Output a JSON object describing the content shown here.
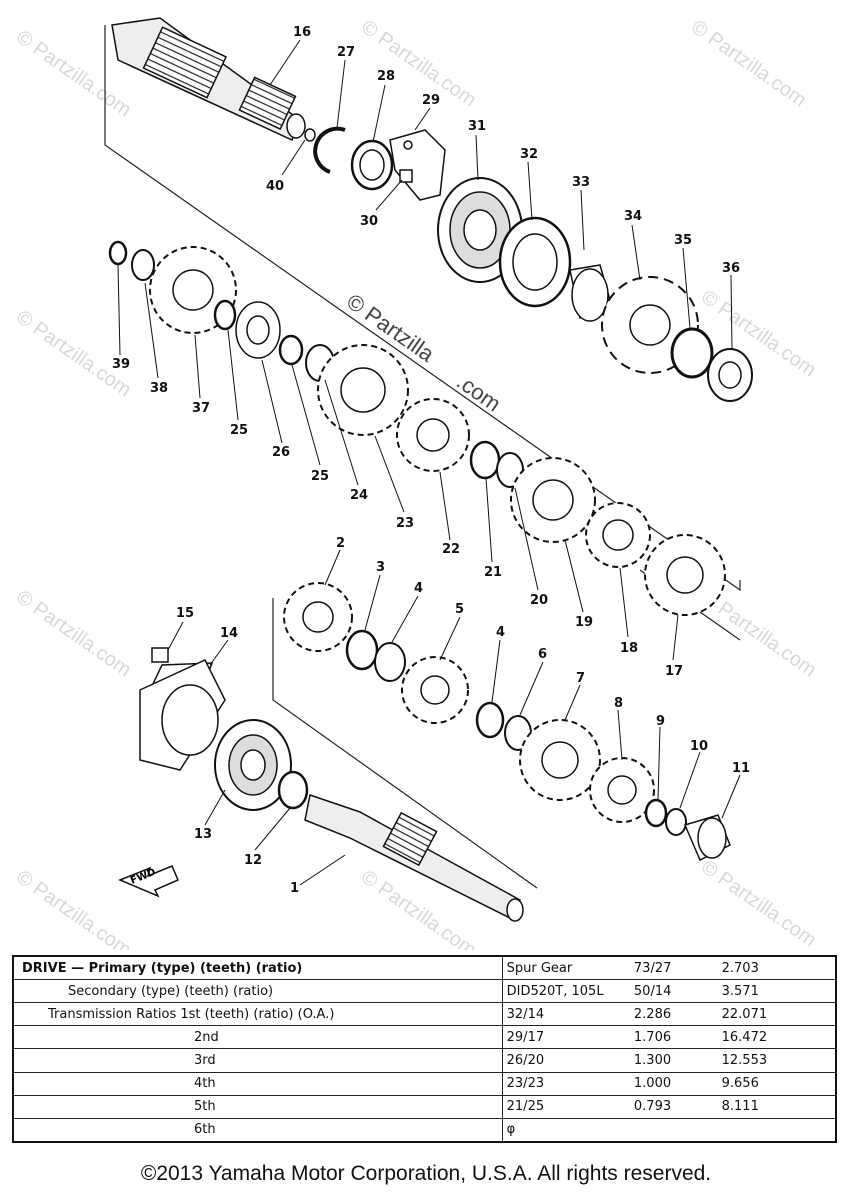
{
  "watermarks": {
    "site": "© Partzilla.com",
    "center_line1": "© Partzilla",
    "center_line2": ".com"
  },
  "callouts": [
    "16",
    "27",
    "28",
    "29",
    "40",
    "30",
    "31",
    "32",
    "33",
    "34",
    "35",
    "36",
    "39",
    "38",
    "37",
    "25",
    "26",
    "25",
    "24",
    "23",
    "22",
    "21",
    "20",
    "19",
    "18",
    "17",
    "2",
    "3",
    "4",
    "5",
    "4",
    "6",
    "7",
    "8",
    "9",
    "10",
    "11",
    "15",
    "14",
    "13",
    "12",
    "1"
  ],
  "fwd_label": "FWD",
  "spec_table": {
    "rows": [
      {
        "label": "DRIVE — Primary (type) (teeth) (ratio)",
        "v1": "Spur Gear",
        "v2": "73/27",
        "v3": "",
        "v4": "2.703"
      },
      {
        "label": "Secondary (type) (teeth) (ratio)",
        "v1": "DID520T, 105L",
        "v2": "50/14",
        "v3": "",
        "v4": "3.571"
      },
      {
        "label": "Transmission Ratios 1st (teeth) (ratio) (O.A.)",
        "v1": "32/14",
        "v2": "2.286",
        "v3": "",
        "v4": "22.071"
      },
      {
        "label": "2nd",
        "v1": "29/17",
        "v2": "1.706",
        "v3": "",
        "v4": "16.472"
      },
      {
        "label": "3rd",
        "v1": "26/20",
        "v2": "1.300",
        "v3": "",
        "v4": "12.553"
      },
      {
        "label": "4th",
        "v1": "23/23",
        "v2": "1.000",
        "v3": "",
        "v4": "9.656"
      },
      {
        "label": "5th",
        "v1": "21/25",
        "v2": "0.793",
        "v3": "",
        "v4": "8.111"
      },
      {
        "label": "6th",
        "v1": "φ",
        "v2": "",
        "v3": "",
        "v4": ""
      }
    ]
  },
  "copyright": "©2013 Yamaha Motor Corporation, U.S.A. All rights reserved."
}
